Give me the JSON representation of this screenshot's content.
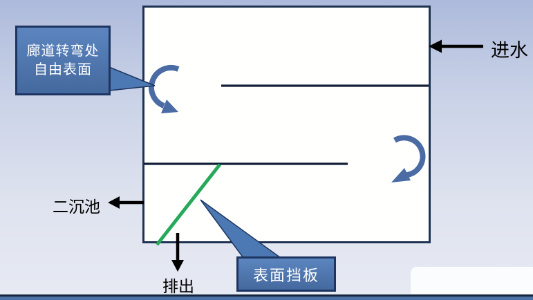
{
  "slide": {
    "labels": {
      "inlet": "进水",
      "secondary_clarifier": "二沉池",
      "discharge": "排出"
    },
    "callouts": {
      "free_surface": {
        "line1": "廊道转弯处",
        "line2": "自由表面"
      },
      "surface_baffle": {
        "label": "表面挡板"
      }
    },
    "colors": {
      "background_top": "#adbadb",
      "background_bottom": "#e7eaf3",
      "tank_fill": "#fffffe",
      "tank_border": "#1e3252",
      "divider_line": "#131f36",
      "baffle_green": "#27a95a",
      "curved_arrow_blue": "#4a6ba3",
      "callout_fill": "#4c78b3",
      "callout_border": "#1d3560",
      "arrow_black": "#000000",
      "footer_blue": "#4b72a7",
      "footer_navy": "#16253e"
    }
  }
}
